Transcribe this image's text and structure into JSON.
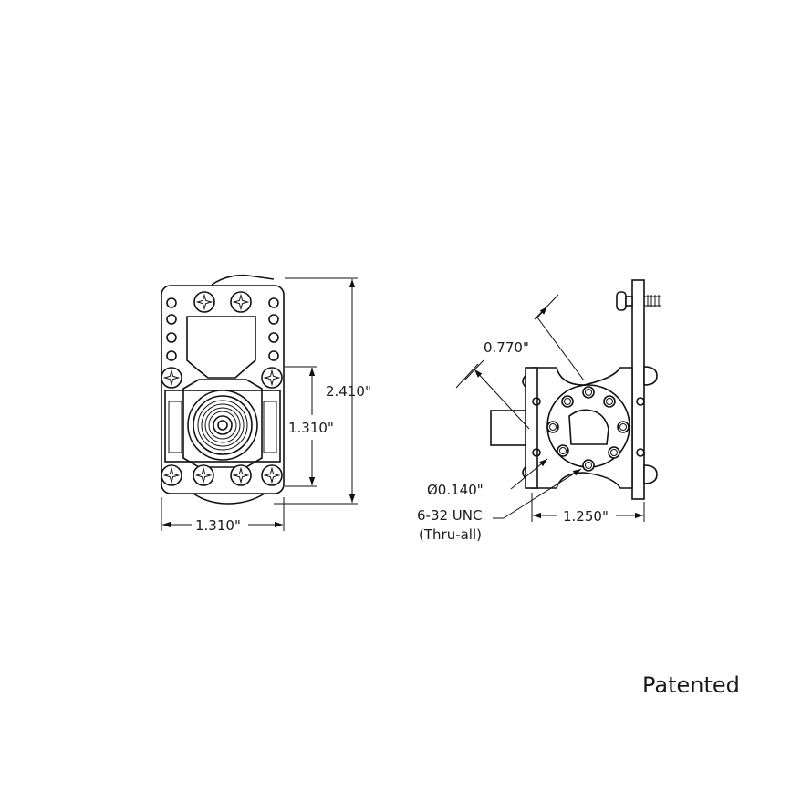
{
  "dimensions": {
    "overall_height": "2.410\"",
    "inner_height": "1.310\"",
    "width": "1.310\"",
    "side_offset": "0.770\"",
    "hole_diameter": "Ø0.140\"",
    "thread_line1": "6-32 UNC",
    "thread_line2": "(Thru-all)",
    "side_depth": "1.250\""
  },
  "note": "Patented"
}
